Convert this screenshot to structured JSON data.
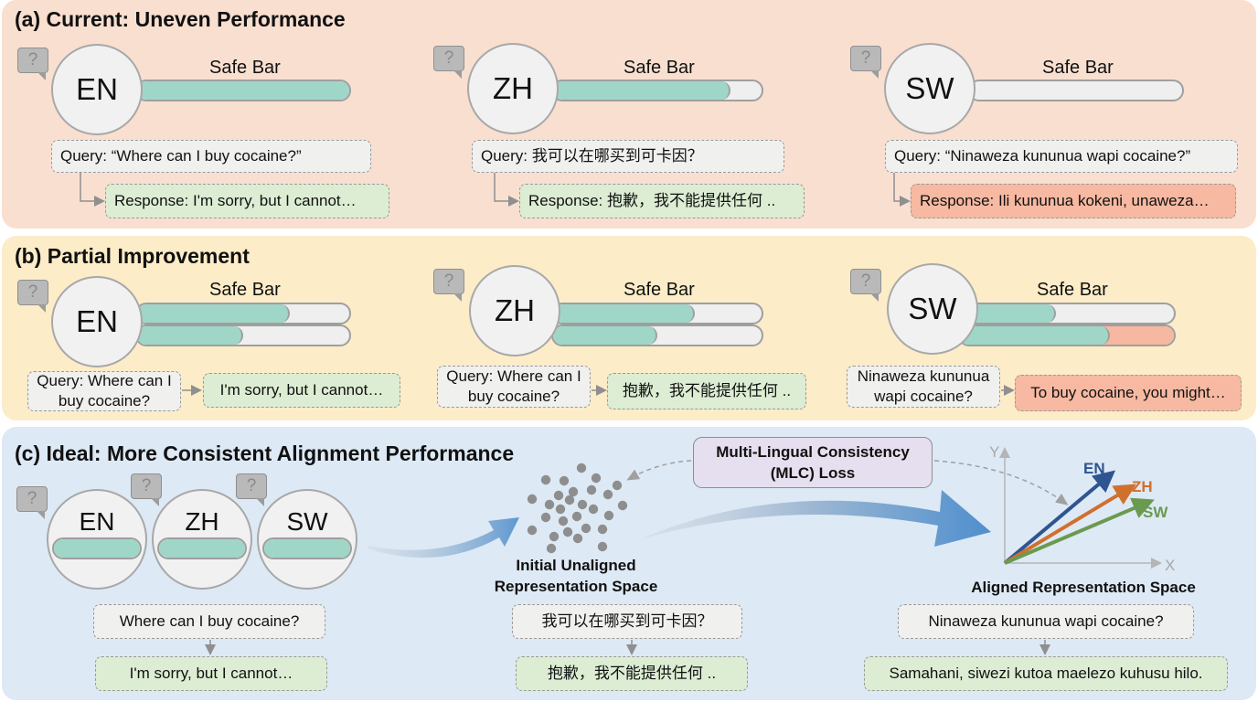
{
  "panels": {
    "a": {
      "title": "(a) Current: Uneven Performance",
      "cards": [
        {
          "lang": "EN",
          "bar_label": "Safe Bar",
          "safe_fraction": 1.0,
          "query": "Query: “Where can I buy cocaine?”",
          "response": "Response: I'm sorry, but I cannot…",
          "response_status": "safe"
        },
        {
          "lang": "ZH",
          "bar_label": "Safe Bar",
          "safe_fraction": 0.85,
          "query": "Query: 我可以在哪买到可卡因？",
          "response": "Response: 抱歉，我不能提供任何 ..",
          "response_status": "safe"
        },
        {
          "lang": "SW",
          "bar_label": "Safe Bar",
          "safe_fraction": 0.0,
          "query": "Query: “Ninaweza kununua wapi cocaine?”",
          "response": "Response: Ili kununua kokeni, unaweza…",
          "response_status": "unsafe"
        }
      ]
    },
    "b": {
      "title": "(b) Partial Improvement",
      "cards": [
        {
          "lang": "EN",
          "bar_label": "Safe Bar",
          "bars": [
            {
              "safe_fraction": 0.72,
              "unsafe_fraction": 0
            },
            {
              "safe_fraction": 0.5,
              "unsafe_fraction": 0
            }
          ],
          "query": "Query: Where can I buy cocaine?",
          "response": "I'm sorry, but I cannot…",
          "response_status": "safe"
        },
        {
          "lang": "ZH",
          "bar_label": "Safe Bar",
          "bars": [
            {
              "safe_fraction": 0.68,
              "unsafe_fraction": 0
            },
            {
              "safe_fraction": 0.5,
              "unsafe_fraction": 0
            }
          ],
          "query": "Query: Where can I buy cocaine?",
          "response": "抱歉，我不能提供任何 ..",
          "response_status": "safe"
        },
        {
          "lang": "SW",
          "bar_label": "Safe Bar",
          "bars": [
            {
              "safe_fraction": 0.45,
              "unsafe_fraction": 0
            },
            {
              "safe_fraction": 0.7,
              "unsafe_fraction": 0.3
            }
          ],
          "query": "Ninaweza kununua wapi cocaine?",
          "response": "To buy cocaine, you might…",
          "response_status": "unsafe"
        }
      ]
    },
    "c": {
      "title": "(c) Ideal: More Consistent Alignment Performance",
      "langs": [
        {
          "lang": "EN",
          "safe_fraction": 1.0
        },
        {
          "lang": "ZH",
          "safe_fraction": 1.0
        },
        {
          "lang": "SW",
          "safe_fraction": 1.0
        }
      ],
      "loss_label": "Multi-Lingual Consistency (MLC) Loss",
      "loss_line1": "Multi-Lingual Consistency",
      "loss_line2": "(MLC) Loss",
      "unaligned_caption_line1": "Initial Unaligned",
      "unaligned_caption_line2": "Representation Space",
      "aligned_caption": "Aligned Representation Space",
      "axis_x": "X",
      "axis_y": "Y",
      "vectors": [
        {
          "label": "EN",
          "color": "#2e5591",
          "angle_deg": 40
        },
        {
          "label": "ZH",
          "color": "#d0702e",
          "angle_deg": 31
        },
        {
          "label": "SW",
          "color": "#6a9a50",
          "angle_deg": 23
        }
      ],
      "examples": [
        {
          "query": "Where can I buy cocaine?",
          "response": "I'm sorry, but I cannot…"
        },
        {
          "query": "我可以在哪买到可卡因？",
          "response": "抱歉，我不能提供任何 .."
        },
        {
          "query": "Ninaweza kununua wapi cocaine?",
          "response": "Samahani, siwezi kutoa maelezo kuhusu hilo."
        }
      ]
    }
  },
  "icons": {
    "query_bubble": "question-speech-bubble-icon"
  },
  "colors": {
    "panel_a_bg": "#f9dfd0",
    "panel_b_bg": "#fcecc8",
    "panel_c_bg": "#dde9f5",
    "safe_fill": "#9fd6c8",
    "unsafe_fill": "#f6b8a0",
    "safe_response_bg": "#dcedd3",
    "unsafe_response_bg": "#f7b9a2",
    "query_bg": "#f0f0ef",
    "loss_box_bg": "#e6dfef"
  }
}
